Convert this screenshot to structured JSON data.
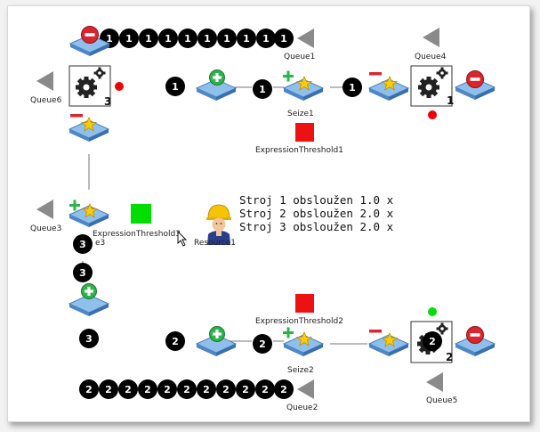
{
  "labels": {
    "queue1": "Queue1",
    "queue2": "Queue2",
    "queue3": "Queue3",
    "queue4": "Queue4",
    "queue5": "Queue5",
    "queue6": "Queue6",
    "seize1": "Seize1",
    "seize2": "Seize2",
    "expr1": "ExpressionThreshold1",
    "expr2": "ExpressionThreshold2",
    "expr3": "ExpressionThreshold3",
    "expr3_tail": "e3",
    "resource1": "Resource1"
  },
  "stats": {
    "line1": "Stroj 1 obsloužen 1.0 x",
    "line2": "Stroj 2 obsloužen 2.0 x",
    "line3": "Stroj 3 obsloužen 2.0 x"
  },
  "tokens": {
    "q1": "1",
    "q2": "2",
    "q3": "3",
    "m1": "1",
    "m2": "2",
    "m3": "3"
  },
  "colors": {
    "token_bg": "#000000",
    "add_green": "#2db34a",
    "remove_red": "#d9262e",
    "indicator_red": "#ee0000",
    "indicator_green": "#00dd00",
    "threshold_red": "#ee1111",
    "threshold_green": "#00dd00",
    "tile_blue": "#7fb3e6",
    "star_yellow": "#ffcc00"
  },
  "icons": [
    "add-icon",
    "remove-icon",
    "star-icon",
    "gear-icon",
    "arrow-left-icon",
    "worker-icon",
    "cursor-icon"
  ]
}
